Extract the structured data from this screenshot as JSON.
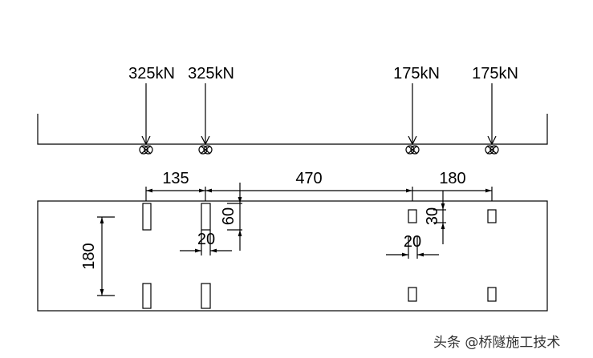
{
  "loads": [
    {
      "label": "325kN"
    },
    {
      "label": "325kN"
    },
    {
      "label": "175kN"
    },
    {
      "label": "175kN"
    }
  ],
  "dimensions": {
    "axle_spacing_1": "135",
    "axle_spacing_2": "470",
    "axle_spacing_3": "180",
    "front_wheel_length": "60",
    "rear_wheel_length": "30",
    "front_wheel_width": "20",
    "rear_wheel_width": "20",
    "track_width": "180"
  },
  "watermark": "头条 @桥隧施工技术"
}
